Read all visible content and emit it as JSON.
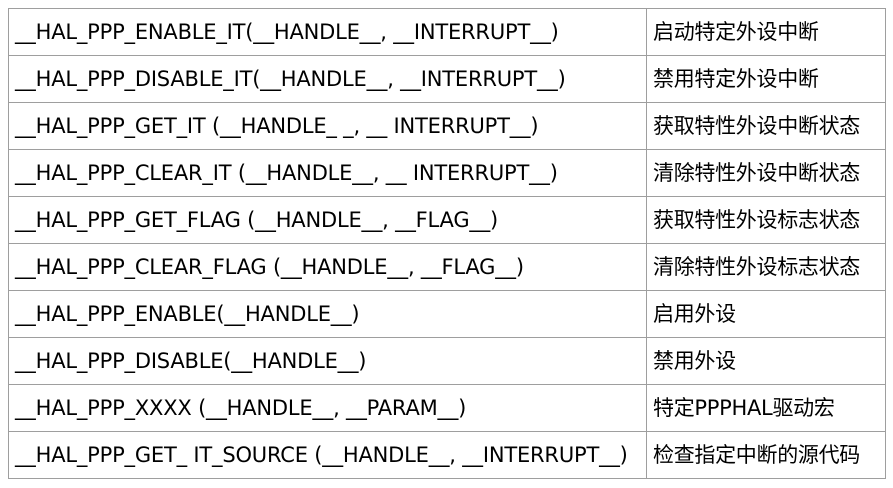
{
  "table": {
    "rows": [
      {
        "macro": "__HAL_PPP_ENABLE_IT(__HANDLE__, __INTERRUPT__)",
        "description": "启动特定外设中断"
      },
      {
        "macro": "__HAL_PPP_DISABLE_IT(__HANDLE__, __INTERRUPT__)",
        "description": "禁用特定外设中断"
      },
      {
        "macro": "__HAL_PPP_GET_IT (__HANDLE_ _, __ INTERRUPT__)",
        "description": "获取特性外设中断状态"
      },
      {
        "macro": "__HAL_PPP_CLEAR_IT (__HANDLE__, __ INTERRUPT__)",
        "description": "清除特性外设中断状态"
      },
      {
        "macro": "__HAL_PPP_GET_FLAG (__HANDLE__, __FLAG__)",
        "description": "获取特性外设标志状态"
      },
      {
        "macro": "__HAL_PPP_CLEAR_FLAG (__HANDLE__, __FLAG__)",
        "description": "清除特性外设标志状态"
      },
      {
        "macro": "__HAL_PPP_ENABLE(__HANDLE__)",
        "description": "启用外设"
      },
      {
        "macro": "__HAL_PPP_DISABLE(__HANDLE__)",
        "description": "禁用外设"
      },
      {
        "macro": "__HAL_PPP_XXXX (__HANDLE__, __PARAM__)",
        "description": "特定PPPHAL驱动宏"
      },
      {
        "macro": "__HAL_PPP_GET_ IT_SOURCE (__HANDLE__, __INTERRUPT__)",
        "description": "检查指定中断的源代码"
      }
    ]
  }
}
